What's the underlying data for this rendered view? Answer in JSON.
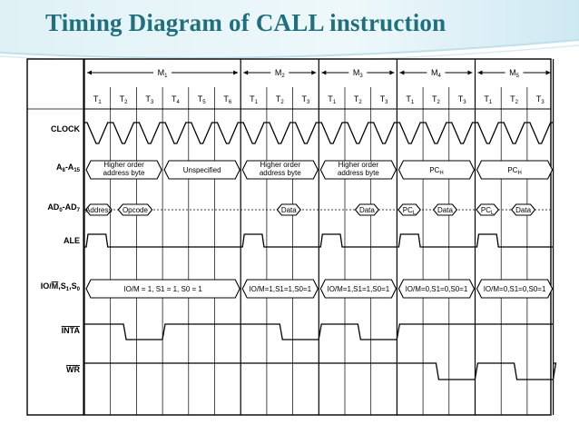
{
  "slide": {
    "title": "Timing Diagram of CALL instruction"
  },
  "machine_cycles": [
    {
      "label": "M1",
      "states": [
        "T1",
        "T2",
        "T3",
        "T4",
        "T5",
        "T6"
      ]
    },
    {
      "label": "M2",
      "states": [
        "T1",
        "T2",
        "T3"
      ]
    },
    {
      "label": "M3",
      "states": [
        "T1",
        "T2",
        "T3"
      ]
    },
    {
      "label": "M4",
      "states": [
        "T1",
        "T2",
        "T3"
      ]
    },
    {
      "label": "M5",
      "states": [
        "T1",
        "T2",
        "T3"
      ]
    }
  ],
  "signals": [
    {
      "id": "clock",
      "label": "CLOCK"
    },
    {
      "id": "addr_high",
      "label": "A8-A15"
    },
    {
      "id": "addr_data",
      "label": "AD0-AD7"
    },
    {
      "id": "ale",
      "label": "ALE"
    },
    {
      "id": "status",
      "label": "IO/M,S1,S0"
    },
    {
      "id": "inta",
      "label": "INTA"
    },
    {
      "id": "wr",
      "label": "WR"
    }
  ],
  "addr_high_row": [
    "Higher order address byte",
    "Unspecified",
    "Higher order address byte",
    "Higher order address byte",
    "PCH",
    "PCH"
  ],
  "addr_data_row": [
    "Address",
    "Opcode",
    "Data",
    "Data",
    "PCL",
    "Data",
    "PCL",
    "Data"
  ],
  "status_row": [
    "IO/M = 1, S1 = 1, S0 = 1",
    "IO/M=1,S1=1,S0=1",
    "IO/M=1,S1=1,S0=1",
    "IO/M=0,S1=0,S0=1",
    "IO/M=0,S1=0,S0=1"
  ]
}
